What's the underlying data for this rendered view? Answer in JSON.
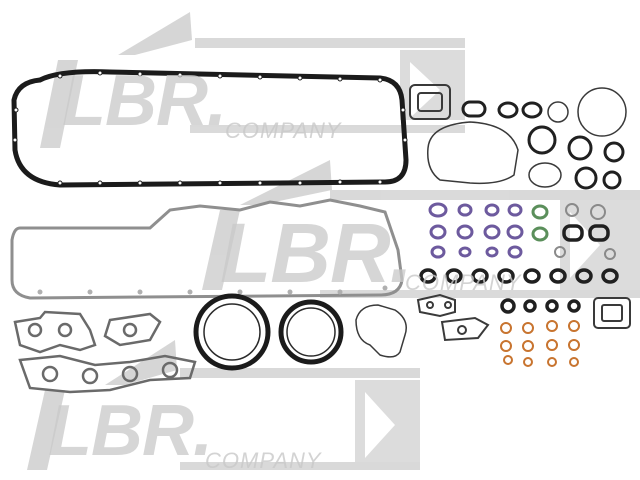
{
  "image": {
    "subject": "gasket-set-product-photo",
    "background_color": "#ffffff",
    "watermark": {
      "brand": "LBR.",
      "suffix": "COMPANY",
      "color": "#c9c9c9"
    },
    "part_colors": {
      "dark_gasket": "#1b1b1b",
      "steel_gasket": "#9a9a9a",
      "purple_oring": "#6d5a9e",
      "green_oring": "#5b8f5b",
      "orange_oring": "#c8742f",
      "black_oring": "#202020"
    }
  }
}
